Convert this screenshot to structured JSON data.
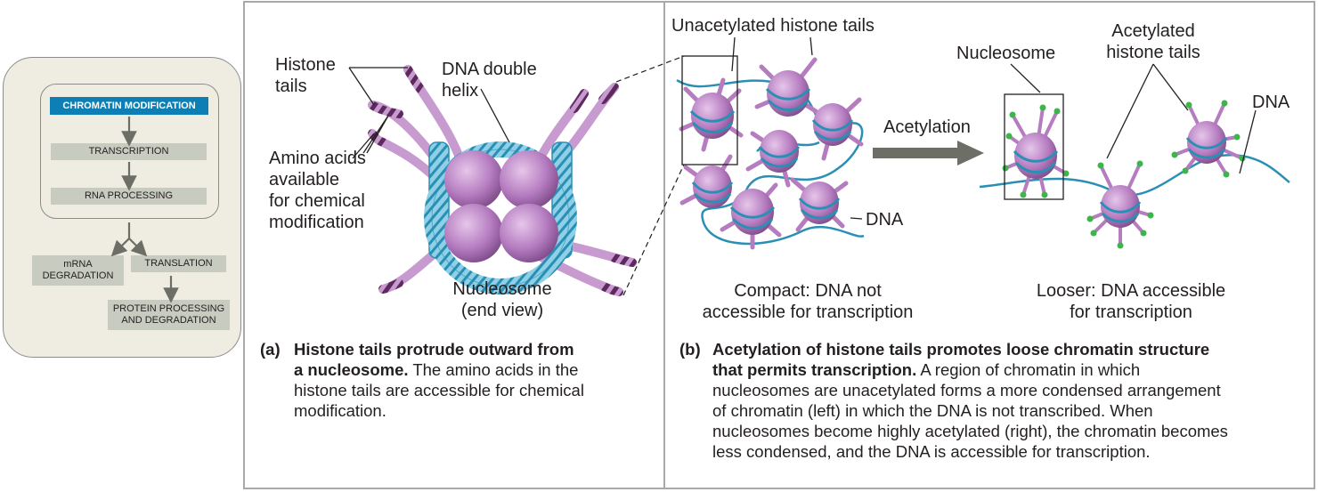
{
  "flow": {
    "chromatin_modification": "CHROMATIN MODIFICATION",
    "transcription": "TRANSCRIPTION",
    "rna_processing": "RNA PROCESSING",
    "mrna_degradation_1": "mRNA",
    "mrna_degradation_2": "DEGRADATION",
    "translation": "TRANSLATION",
    "protein_processing_1": "PROTEIN PROCESSING",
    "protein_processing_2": "AND DEGRADATION"
  },
  "panel_a": {
    "histone_tails_1": "Histone",
    "histone_tails_2": "tails",
    "dna_double_helix_1": "DNA double",
    "dna_double_helix_2": "helix",
    "amino_acids_1": "Amino acids",
    "amino_acids_2": "available",
    "amino_acids_3": "for chemical",
    "amino_acids_4": "modification",
    "nucleosome_1": "Nucleosome",
    "nucleosome_2": "(end view)",
    "caption_letter": "(a)",
    "caption_bold_1": "Histone tails protrude outward from",
    "caption_bold_2": "a nucleosome.",
    "caption_text_1": " The amino acids in the",
    "caption_text_2": "histone tails are accessible for chemical",
    "caption_text_3": "modification."
  },
  "panel_b": {
    "unacetylated_tails": "Unacetylated histone tails",
    "nucleosome": "Nucleosome",
    "acetylated_tails_1": "Acetylated",
    "acetylated_tails_2": "histone tails",
    "dna_right": "DNA",
    "acetylation": "Acetylation",
    "dna_left": "DNA",
    "compact_1": "Compact: DNA not",
    "compact_2": "accessible for transcription",
    "looser_1": "Looser: DNA accessible",
    "looser_2": "for transcription",
    "caption_letter": "(b)",
    "caption_bold_1": "Acetylation of histone tails promotes loose chromatin structure",
    "caption_bold_2": "that permits transcription.",
    "caption_text_1": " A region of chromatin in which",
    "caption_text_2": "nucleosomes are unacetylated forms a more condensed arrangement",
    "caption_text_3": "of chromatin (left) in which the DNA is not transcribed. When",
    "caption_text_4": "nucleosomes become highly acetylated (right), the chromatin becomes",
    "caption_text_5": "less condensed, and the DNA is accessible for transcription."
  },
  "colors": {
    "highlight_box": "#0d7fb5",
    "flow_box": "#c8cbbf",
    "panel_bg": "#efede2",
    "histone": "#b57cc0",
    "histone_dark": "#5e2a5e",
    "dna": "#2a8fb5",
    "acetyl_group": "#3cb54a",
    "arrow": "#6d6e65"
  }
}
